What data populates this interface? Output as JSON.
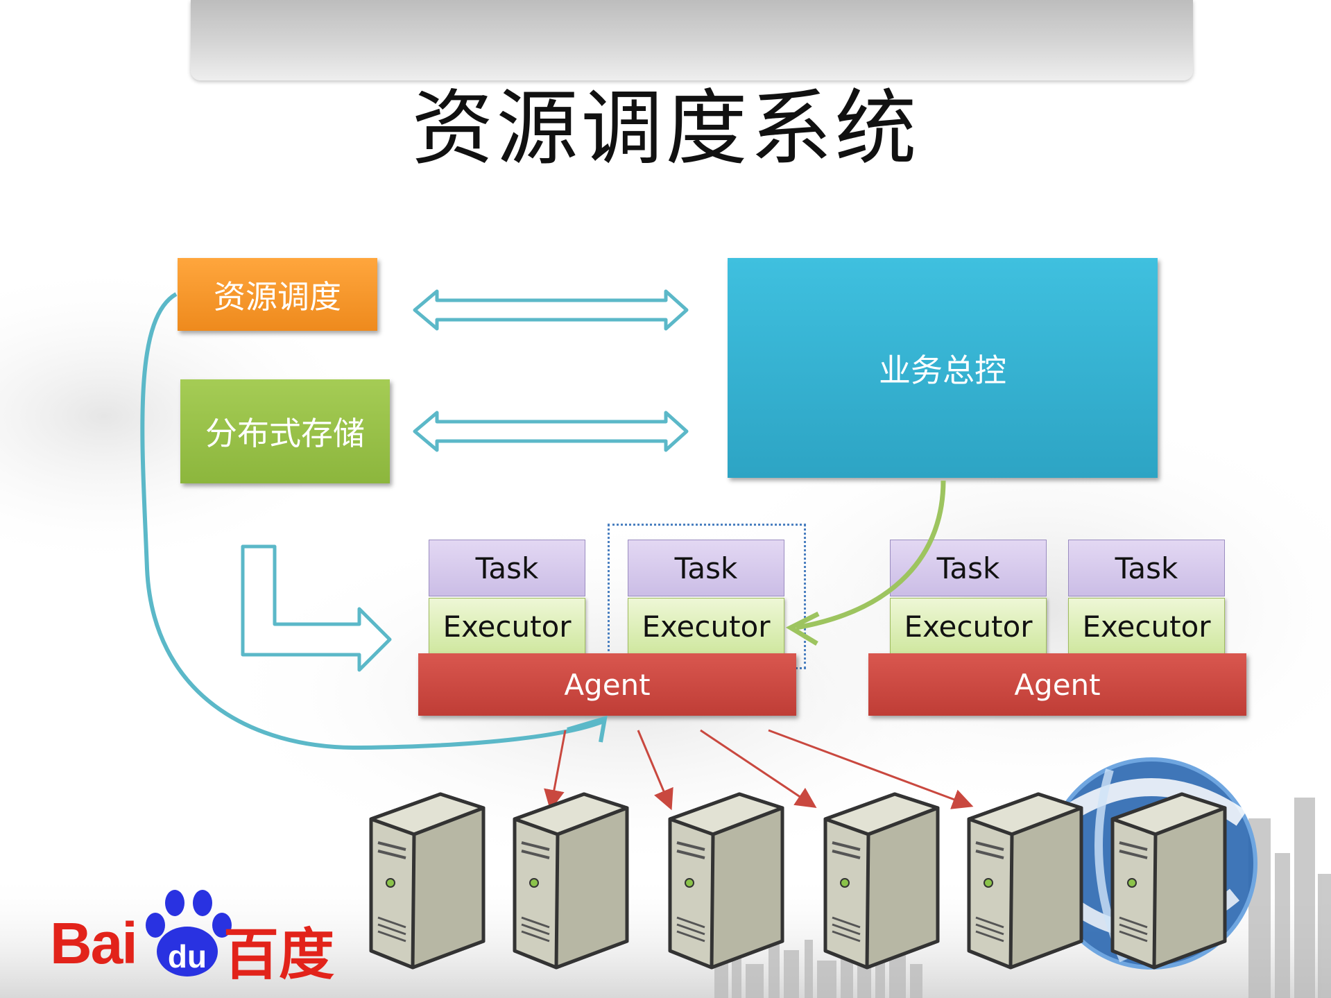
{
  "slide": {
    "title": "资源调度系统"
  },
  "diagram": {
    "resource_scheduling": "资源调度",
    "distributed_storage": "分布式存储",
    "business_control": "业务总控",
    "groups": [
      {
        "agent": "Agent",
        "units": [
          {
            "task": "Task",
            "executor": "Executor"
          },
          {
            "task": "Task",
            "executor": "Executor"
          }
        ]
      },
      {
        "agent": "Agent",
        "units": [
          {
            "task": "Task",
            "executor": "Executor"
          },
          {
            "task": "Task",
            "executor": "Executor"
          }
        ]
      }
    ],
    "server_count": 6
  },
  "logo": {
    "latin_left": "Bai",
    "latin_badge": "du",
    "chinese": "百度"
  },
  "colors": {
    "orange": "#f0921f",
    "green": "#95be45",
    "blue": "#33b3d4",
    "agent_red": "#c94540",
    "task_purple": "#d4c7ec",
    "executor_green": "#dcefb3",
    "arrow_teal": "#5bb8c8",
    "arrow_red": "#c9483f",
    "baidu_red": "#e2231a",
    "baidu_blue": "#2932e1"
  }
}
